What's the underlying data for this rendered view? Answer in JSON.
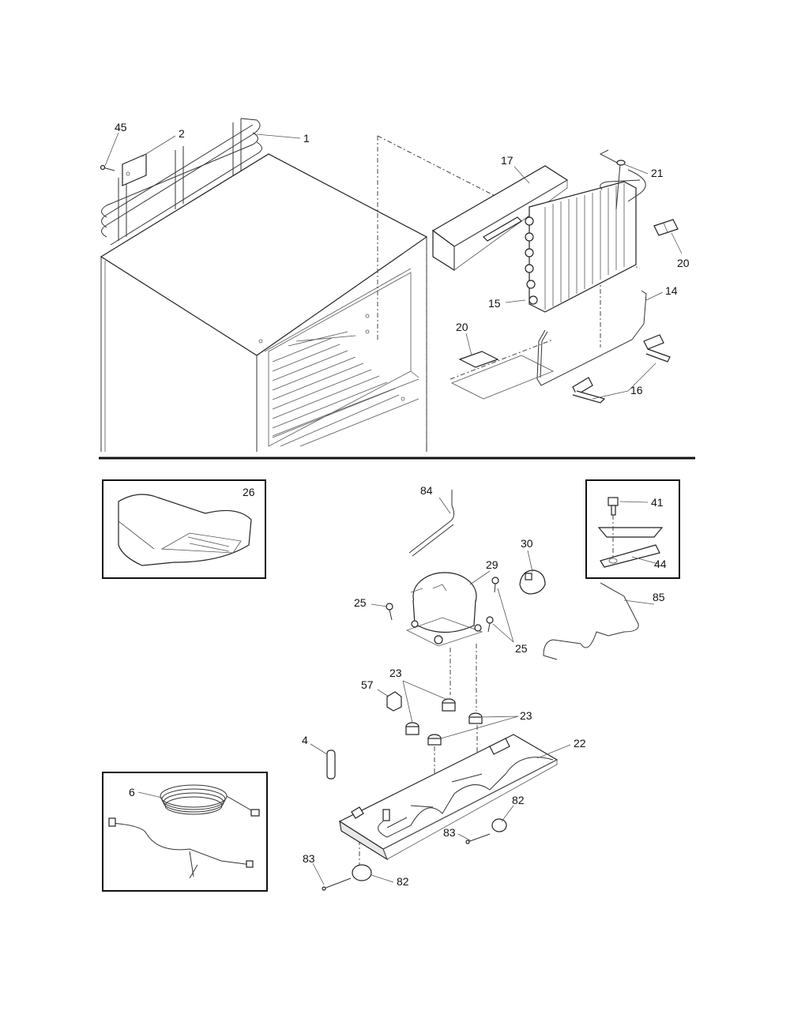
{
  "diagram": {
    "callouts": {
      "c45": "45",
      "c2": "2",
      "c1": "1",
      "c17": "17",
      "c21": "21",
      "c20a": "20",
      "c14": "14",
      "c15": "15",
      "c20b": "20",
      "c16": "16",
      "c26": "26",
      "c84": "84",
      "c41": "41",
      "c44": "44",
      "c30": "30",
      "c29": "29",
      "c85": "85",
      "c25a": "25",
      "c25b": "25",
      "c57": "57",
      "c23a": "23",
      "c23b": "23",
      "c4": "4",
      "c22": "22",
      "c6": "6",
      "c82a": "82",
      "c83a": "83",
      "c83b": "83",
      "c82b": "82"
    }
  }
}
